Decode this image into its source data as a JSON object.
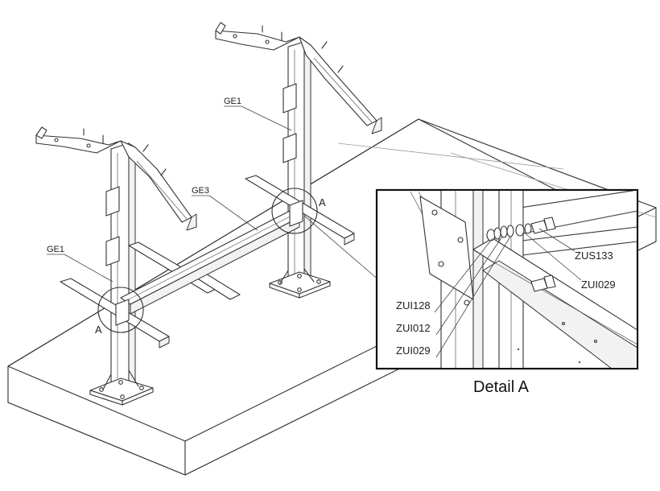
{
  "labels": {
    "ge1_top": "GE1",
    "ge1_left": "GE1",
    "ge3": "GE3",
    "detail_ref_right": "A",
    "detail_ref_left": "A",
    "part_zus133": "ZUS133",
    "part_zui029_right": "ZUI029",
    "part_zui128": "ZUI128",
    "part_zui012": "ZUI012",
    "part_zui029_left": "ZUI029",
    "detail_caption": "Detail A"
  }
}
